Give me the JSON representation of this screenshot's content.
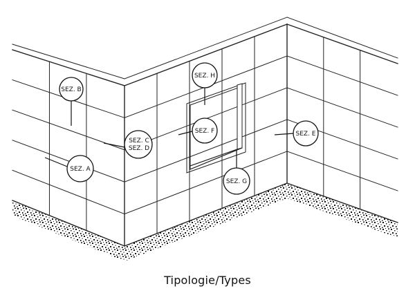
{
  "caption": "Tipologie/Types",
  "sections": {
    "a": "SEZ. A",
    "b": "SEZ. B",
    "c": "SEZ. C",
    "d": "SEZ. D",
    "e": "SEZ. E",
    "f": "SEZ. F",
    "g": "SEZ. G",
    "h": "SEZ. H"
  },
  "colors": {
    "line": "#222222",
    "background": "#ffffff"
  }
}
